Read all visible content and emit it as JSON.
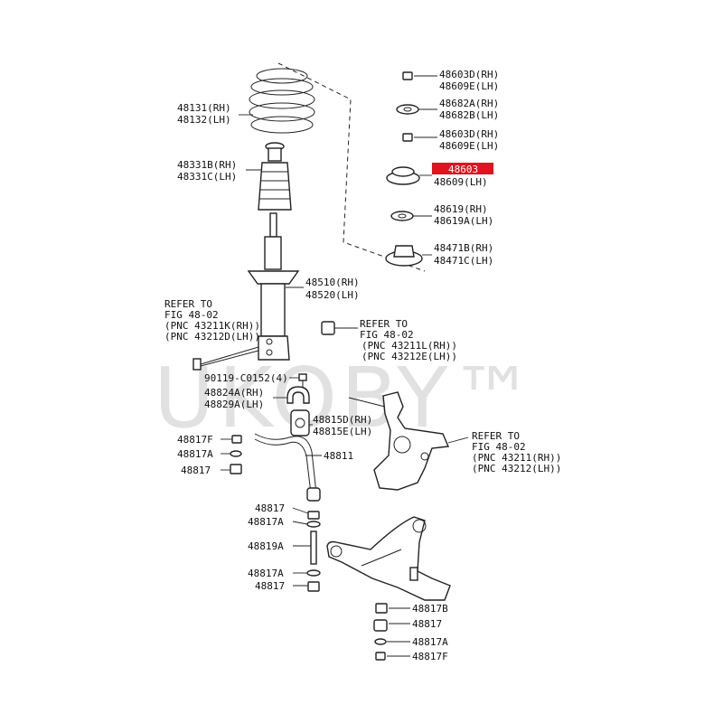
{
  "watermark": "UKOBY™",
  "highlight_color": "#e0141e",
  "labels": {
    "p48603d_rh": "48603D(RH)",
    "p48609e_lh": "48609E(LH)",
    "p48682a_rh": "48682A(RH)",
    "p48682b_lh": "48682B(LH)",
    "p48603d_rh_2": "48603D(RH)",
    "p48609e_lh_2": "48609E(LH)",
    "p48603": "48603",
    "p48609_lh": "48609(LH)",
    "p48619_rh": "48619(RH)",
    "p48619a_lh": "48619A(LH)",
    "p48471b_rh": "48471B(RH)",
    "p48471c_lh": "48471C(LH)",
    "p48131_rh": "48131(RH)",
    "p48132_lh": "48132(LH)",
    "p48331b_rh": "48331B(RH)",
    "p48331c_lh": "48331C(LH)",
    "p48510_rh": "48510(RH)",
    "p48520_lh": "48520(LH)",
    "ref1_a": "REFER TO",
    "ref1_b": "FIG 48-02",
    "ref1_c": "(PNC 43211K(RH))",
    "ref1_d": "(PNC 43212D(LH))",
    "ref2_a": "REFER TO",
    "ref2_b": "FIG 48-02",
    "ref2_c": "(PNC 43211L(RH))",
    "ref2_d": "(PNC 43212E(LH))",
    "ref3_a": "REFER TO",
    "ref3_b": "FIG 48-02",
    "ref3_c": "(PNC 43211(RH))",
    "ref3_d": "(PNC 43212(LH))",
    "p90119": "90119-C0152(4)",
    "p48824a_rh": "48824A(RH)",
    "p48829a_lh": "48829A(LH)",
    "p48815d_rh": "48815D(RH)",
    "p48815e_lh": "48815E(LH)",
    "p48817f": "48817F",
    "p48817a": "48817A",
    "p48817": "48817",
    "p48811": "48811",
    "p48817_2": "48817",
    "p48817a_2": "48817A",
    "p48819a": "48819A",
    "p48817a_3": "48817A",
    "p48817_3": "48817",
    "p48817b": "48817B",
    "p48817_4": "48817",
    "p48817a_4": "48817A",
    "p48817f_2": "48817F"
  }
}
